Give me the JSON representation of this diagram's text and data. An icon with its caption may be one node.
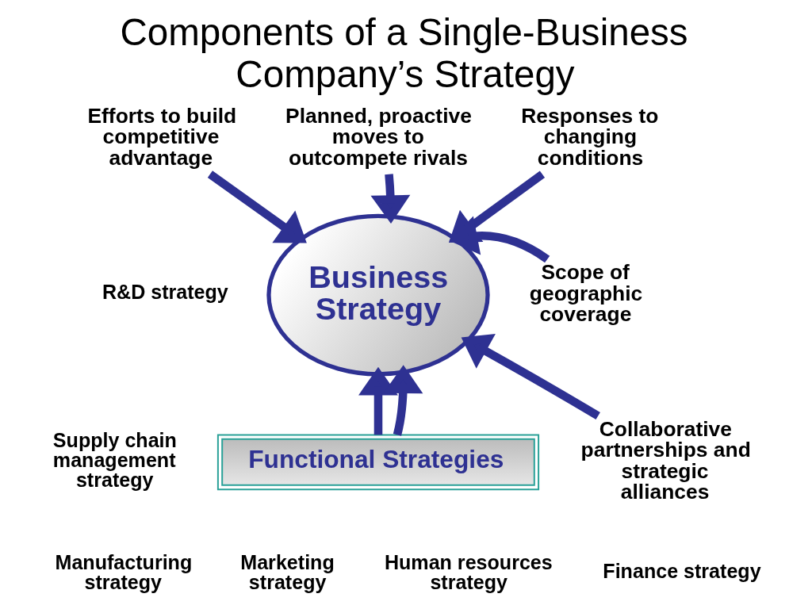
{
  "diagram": {
    "title": "Components of a Single-Business Company’s Strategy",
    "nodes": [
      {
        "text": [
          "Business Strategy"
        ]
      },
      {
        "text": [
          "Planned, proactive moves to outcompete rivals"
        ]
      },
      {
        "text": [
          "Efforts to build competitive advantage"
        ]
      },
      {
        "text": [
          "Responses to changing conditions"
        ]
      },
      {
        "text": [
          "Scope of geographic coverage"
        ]
      },
      {
        "text": [
          "Collaborative partnerships and strategic alliances"
        ]
      },
      {
        "text": [
          "Functional Strategies"
        ]
      }
    ],
    "edges": [
      {
        "from": 1,
        "to": 0,
        "arrow": "to"
      },
      {
        "from": 2,
        "to": 0,
        "arrow": "to"
      },
      {
        "from": 3,
        "to": 0,
        "arrow": "to"
      },
      {
        "from": 4,
        "to": 0,
        "arrow": "to"
      },
      {
        "from": 5,
        "to": 0,
        "arrow": "to"
      },
      {
        "from": 6,
        "to": 0,
        "arrow": "to"
      },
      {
        "from": 6,
        "to": 0,
        "arrow": "to"
      }
    ],
    "labels": [
      "R&D strategy",
      "Supply chain management strategy",
      "Manufacturing strategy",
      "Marketing strategy",
      "Human resources strategy",
      "Finance strategy"
    ]
  }
}
